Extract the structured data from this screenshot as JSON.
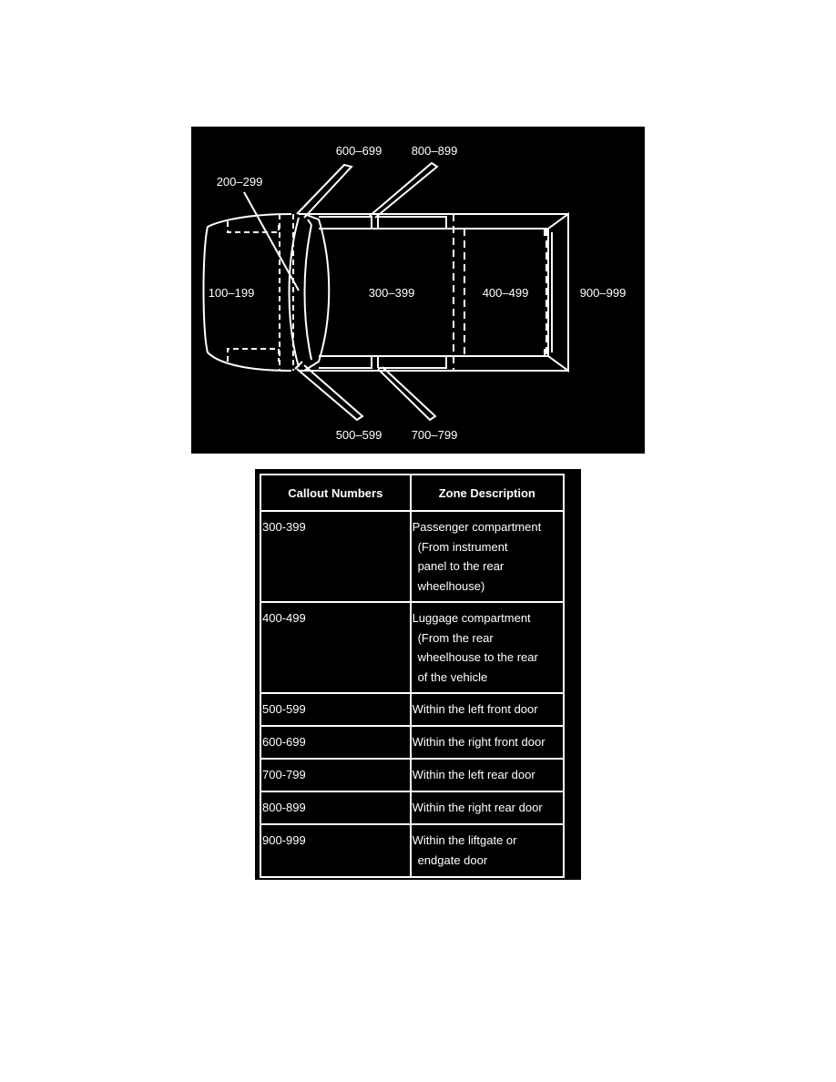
{
  "diagram": {
    "labels": {
      "front": "100–199",
      "instrument_panel": "200–299",
      "passenger": "300–399",
      "luggage": "400–499",
      "left_front_door": "500–599",
      "right_front_door": "600–699",
      "left_rear_door": "700–799",
      "right_rear_door": "800–899",
      "liftgate": "900–999"
    },
    "colors": {
      "background": "#000000",
      "lines": "#ffffff"
    }
  },
  "table": {
    "headers": [
      "Callout Numbers",
      "Zone Description"
    ],
    "rows": [
      {
        "callout": "300-399",
        "lines": [
          "Passenger compartment",
          "(From instrument",
          "panel to the rear",
          "wheelhouse)"
        ]
      },
      {
        "callout": "400-499",
        "lines": [
          "Luggage compartment",
          "(From the rear",
          "wheelhouse to the rear",
          "of the vehicle"
        ]
      },
      {
        "callout": "500-599",
        "lines": [
          "Within the left front door"
        ]
      },
      {
        "callout": "600-699",
        "lines": [
          "Within the right front door"
        ]
      },
      {
        "callout": "700-799",
        "lines": [
          "Within the left rear door"
        ]
      },
      {
        "callout": "800-899",
        "lines": [
          "Within the right rear door"
        ]
      },
      {
        "callout": "900-999",
        "lines": [
          "Within the liftgate or",
          "endgate door"
        ]
      }
    ]
  }
}
